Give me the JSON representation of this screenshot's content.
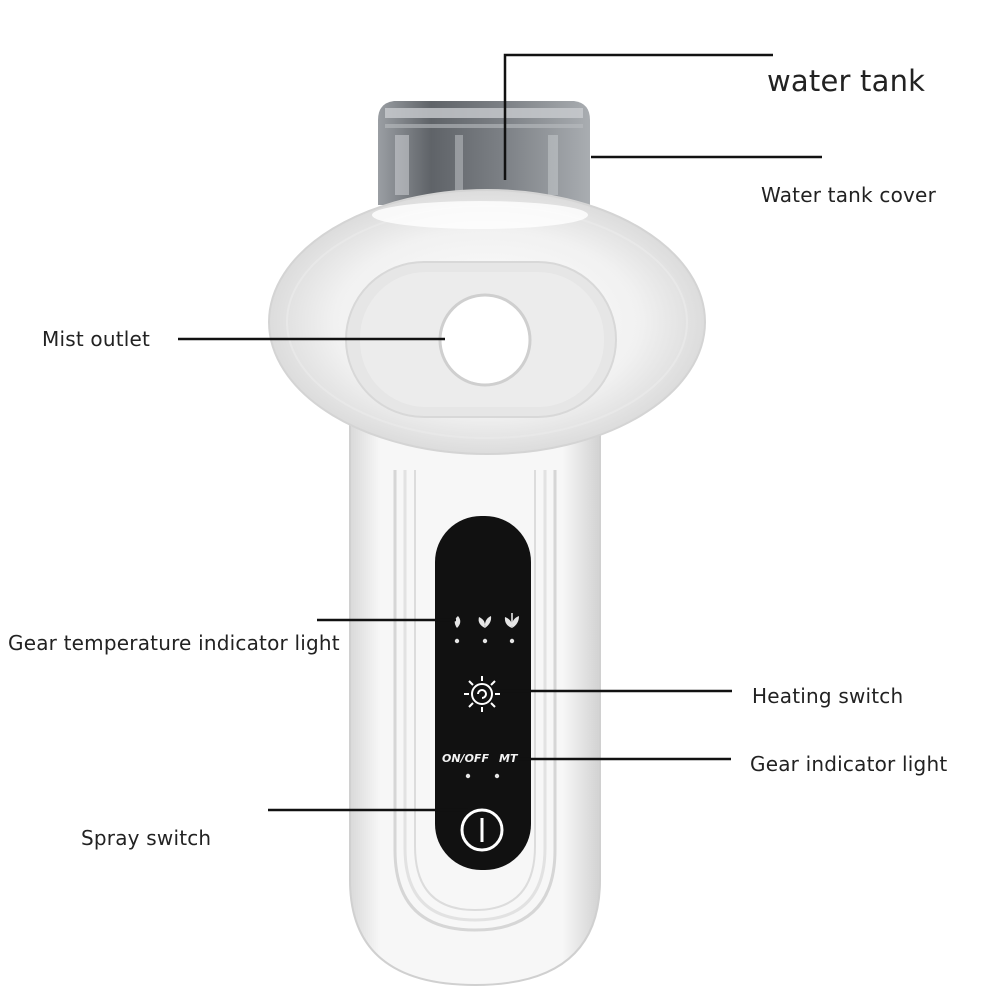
{
  "labels": {
    "water_tank": "water tank",
    "water_tank_cover": "Water tank cover",
    "mist_outlet": "Mist outlet",
    "gear_temperature_indicator_light": "Gear temperature indicator light",
    "heating_switch": "Heating switch",
    "gear_indicator_light": "Gear indicator light",
    "spray_switch": "Spray switch"
  },
  "panel": {
    "on_off": "ON/OFF",
    "mt": "MT"
  },
  "icons": {
    "leaf_indicators": [
      "leaf-one-icon",
      "leaf-two-icon",
      "leaf-three-icon"
    ],
    "heating": "swirl-sun-icon",
    "power": "power-icon"
  },
  "colors": {
    "device_body": "#f4f4f4",
    "control_panel": "#111111",
    "tank": "#6f7378",
    "leader_line": "#111111",
    "label_text": "#222222"
  }
}
